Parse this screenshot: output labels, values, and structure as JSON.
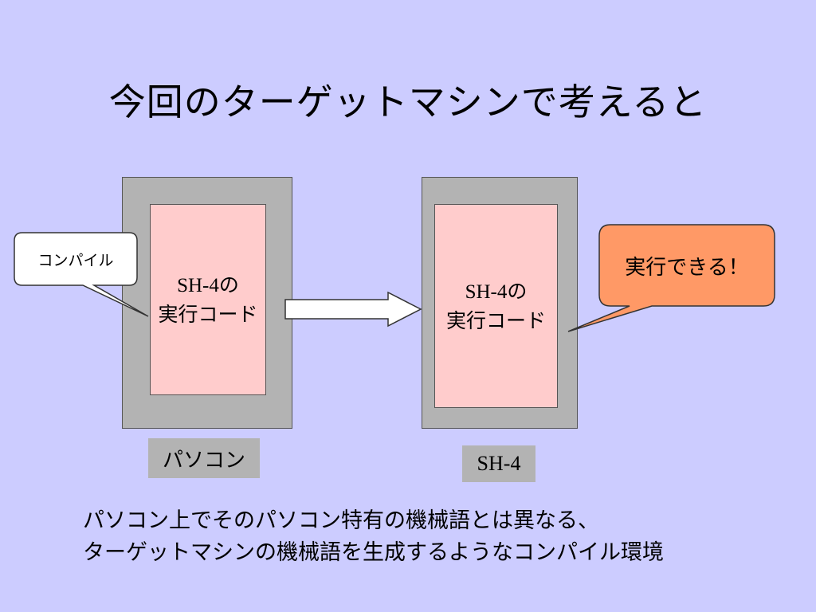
{
  "title": "今回のターゲットマシンで考えると",
  "left_box": {
    "code_prefix": "SH-4",
    "code_suffix": "の",
    "code_line2": "実行コード",
    "label": "パソコン"
  },
  "right_box": {
    "code_prefix": "SH-4",
    "code_suffix": "の",
    "code_line2": "実行コード",
    "label": "SH-4"
  },
  "callout_compile": "コンパイル",
  "callout_executable": "実行できる！",
  "colors": {
    "background": "#ccccff",
    "box_outer": "#b3b3b3",
    "box_inner": "#ffcccc",
    "callout_executable": "#ff9966",
    "callout_compile": "#ffffff"
  },
  "description": {
    "line1": "パソコン上でそのパソコン特有の機械語とは異なる、",
    "line2": "ターゲットマシンの機械語を生成するようなコンパイル環境"
  }
}
